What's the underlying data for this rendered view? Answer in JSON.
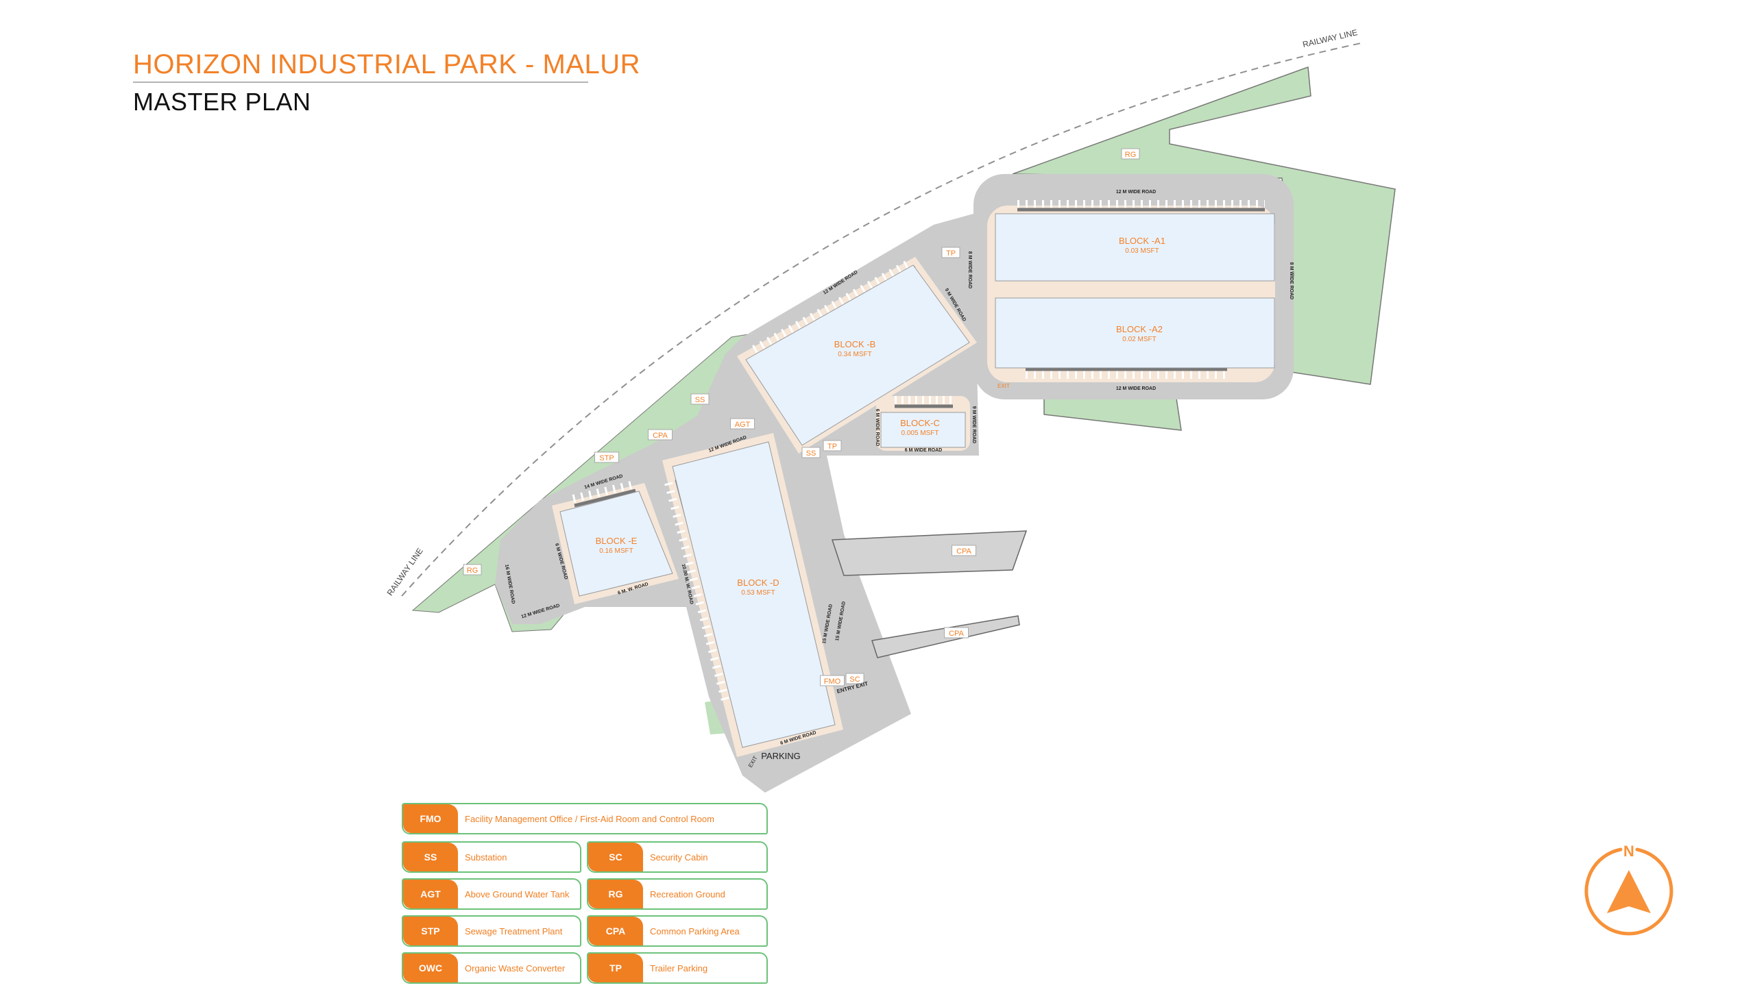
{
  "header": {
    "title": "HORIZON INDUSTRIAL PARK - MALUR",
    "subtitle": "MASTER PLAN"
  },
  "colors": {
    "accent": "#f28128",
    "green": "#c0dfbc",
    "road": "#cbcbcb",
    "building": "#e8f2fd",
    "apron": "#f5e6d8"
  },
  "blocks": [
    {
      "name": "BLOCK -A1",
      "area": "0.03 MSFT"
    },
    {
      "name": "BLOCK -A2",
      "area": "0.02 MSFT"
    },
    {
      "name": "BLOCK -B",
      "area": "0.34 MSFT"
    },
    {
      "name": "BLOCK-C",
      "area": "0.005 MSFT"
    },
    {
      "name": "BLOCK -D",
      "area": "0.53 MSFT"
    },
    {
      "name": "BLOCK -E",
      "area": "0.16 MSFT"
    }
  ],
  "tags": [
    "RG",
    "TP",
    "SS",
    "AGT",
    "CPA",
    "STP",
    "SS",
    "TP",
    "RG",
    "CPA",
    "CPA",
    "FMO",
    "SC"
  ],
  "roads": [
    "12 M WIDE ROAD",
    "12 M WIDE ROAD",
    "8 M WIDE ROAD",
    "8 M WIDE ROAD",
    "9 M WIDE ROAD",
    "12 M WIDE ROAD",
    "12 M WIDE ROAD",
    "14 M WIDE ROAD",
    "6 M WIDE ROAD",
    "9 M WIDE ROAD",
    "6 M WIDE ROAD",
    "6 M WIDE ROAD",
    "16 M WIDE ROAD",
    "12 M WIDE ROAD",
    "6 M. W. ROAD",
    "10.00 M. W. ROAD",
    "15 M WIDE ROAD",
    "15 M WIDE ROAD",
    "6 M WIDE ROAD"
  ],
  "misc": {
    "railway_top": "RAILWAY LINE",
    "railway_bottom": "RAILWAY LINE",
    "parking": "PARKING",
    "exit_a": "EXIT",
    "exit_d": "EXIT",
    "entry_exit": "ENTRY EXIT"
  },
  "legend": [
    {
      "code": "FMO",
      "label": "Facility Management Office / First-Aid Room and Control Room"
    },
    {
      "code": "SS",
      "label": "Substation"
    },
    {
      "code": "SC",
      "label": "Security Cabin"
    },
    {
      "code": "AGT",
      "label": "Above Ground Water Tank"
    },
    {
      "code": "RG",
      "label": "Recreation Ground"
    },
    {
      "code": "STP",
      "label": "Sewage Treatment Plant"
    },
    {
      "code": "CPA",
      "label": "Common Parking Area"
    },
    {
      "code": "OWC",
      "label": "Organic Waste Converter"
    },
    {
      "code": "TP",
      "label": "Trailer Parking"
    }
  ],
  "compass": {
    "label": "N"
  }
}
